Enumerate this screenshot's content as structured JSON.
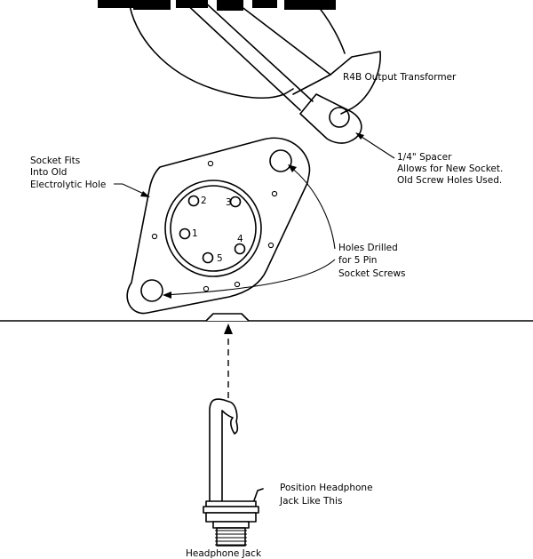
{
  "labels": {
    "transformer": "R4B Output Transformer",
    "spacer": [
      "1/4\" Spacer",
      "Allows for New Socket.",
      "Old Screw Holes Used."
    ],
    "socket_fits": [
      "Socket Fits",
      "Into Old",
      "Electrolytic Hole"
    ],
    "holes_drilled": [
      "Holes Drilled",
      "for 5 Pin",
      "Socket Screws"
    ],
    "position_jack": [
      "Position Headphone",
      "Jack Like This"
    ],
    "headphone_jack": "Headphone Jack"
  },
  "pins": [
    {
      "number": "1"
    },
    {
      "number": "2"
    },
    {
      "number": "3"
    },
    {
      "number": "4"
    },
    {
      "number": "5"
    }
  ]
}
